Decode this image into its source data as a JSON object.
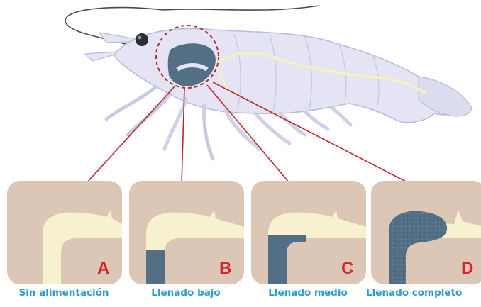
{
  "panels": [
    {
      "letter": "A",
      "caption": "Sin alimentación"
    },
    {
      "letter": "B",
      "caption": "Llenado bajo"
    },
    {
      "letter": "C",
      "caption": "Llenado medio"
    },
    {
      "letter": "D",
      "caption": "Llenado completo"
    }
  ],
  "colors": {
    "panel_bg": "#dcc6b6",
    "organ_empty": "#f8f1cf",
    "organ_filled": "#536f85",
    "shrimp_body": "#e4e4f4",
    "shrimp_outline": "#b9bad8",
    "connector": "#c0262b",
    "label_letter": "#d5282b",
    "caption": "#2e9bd1"
  },
  "icons": [
    "shrimp-illustration",
    "magnifier-circle"
  ]
}
